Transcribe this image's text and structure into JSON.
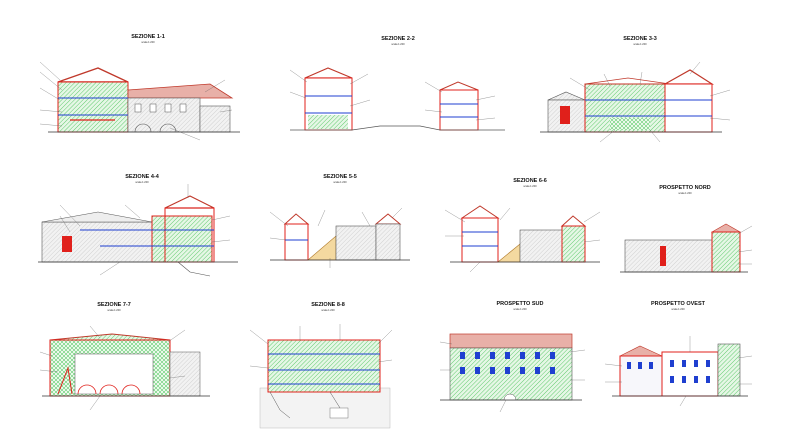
{
  "sheet": {
    "scale_label": "scala 1:200",
    "panels": [
      {
        "title": "SEZIONE 1-1",
        "kind": "section"
      },
      {
        "title": "SEZIONE 2-2",
        "kind": "section"
      },
      {
        "title": "SEZIONE 3-3",
        "kind": "section"
      },
      {
        "title": "SEZIONE 4-4",
        "kind": "section"
      },
      {
        "title": "SEZIONE 5-5",
        "kind": "section"
      },
      {
        "title": "SEZIONE 6-6",
        "kind": "section"
      },
      {
        "title": "PROSPETTO NORD",
        "kind": "elevation"
      },
      {
        "title": "SEZIONE 7-7",
        "kind": "section"
      },
      {
        "title": "SEZIONE 8-8",
        "kind": "section"
      },
      {
        "title": "PROSPETTO SUD",
        "kind": "elevation"
      },
      {
        "title": "PROSPETTO OVEST",
        "kind": "elevation"
      }
    ]
  },
  "colors": {
    "wall_red": "#e0201b",
    "roof_red": "#c0392b",
    "hatch_green": "#3fbf4f",
    "window_blue": "#1f3fd0",
    "detail_cyan": "#19c6c6",
    "ground_gray": "#9a9a9a",
    "annotation_gray": "#555555"
  }
}
